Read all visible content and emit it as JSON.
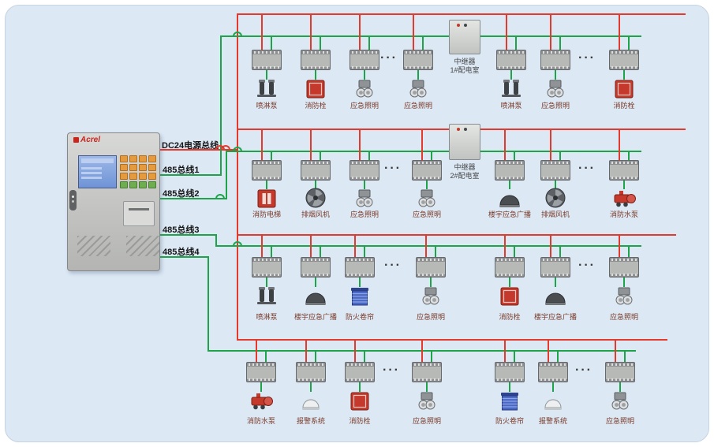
{
  "colors": {
    "power": "#e23b2e",
    "bus": "#1fa34a",
    "board_bg": "#dce8f4",
    "device_label": "#7a3b2a",
    "bus_label": "#161616"
  },
  "panel": {
    "brand": "Acrel"
  },
  "bus_labels": [
    "DC24电源总线",
    "485总线1",
    "485总线2",
    "485总线3",
    "485总线4"
  ],
  "ellipsis": "···",
  "repeaters": [
    {
      "name": "中继器",
      "room": "1#配电室"
    },
    {
      "name": "中继器",
      "room": "2#配电室"
    }
  ],
  "rows": [
    {
      "devices": [
        {
          "label": "喷淋泵",
          "icon": "spray-pump-icon"
        },
        {
          "label": "消防栓",
          "icon": "fire-hydrant-icon"
        },
        {
          "label": "应急照明",
          "icon": "emergency-light-icon"
        },
        {
          "label": "应急照明",
          "icon": "emergency-light-icon"
        },
        {
          "label": "喷淋泵",
          "icon": "spray-pump-icon"
        },
        {
          "label": "应急照明",
          "icon": "emergency-light-icon"
        },
        {
          "label": "消防栓",
          "icon": "fire-hydrant-icon"
        }
      ]
    },
    {
      "devices": [
        {
          "label": "消防电梯",
          "icon": "fire-elevator-icon"
        },
        {
          "label": "排烟风机",
          "icon": "smoke-fan-icon"
        },
        {
          "label": "应急照明",
          "icon": "emergency-light-icon"
        },
        {
          "label": "应急照明",
          "icon": "emergency-light-icon"
        },
        {
          "label": "楼宇应急广播",
          "icon": "broadcast-speaker-icon"
        },
        {
          "label": "排烟风机",
          "icon": "smoke-fan-icon"
        },
        {
          "label": "消防水泵",
          "icon": "fire-pump-icon"
        }
      ]
    },
    {
      "devices": [
        {
          "label": "喷淋泵",
          "icon": "spray-pump-icon"
        },
        {
          "label": "楼宇应急广播",
          "icon": "broadcast-speaker-icon"
        },
        {
          "label": "防火卷帘",
          "icon": "fire-shutter-icon"
        },
        {
          "label": "应急照明",
          "icon": "emergency-light-icon"
        },
        {
          "label": "消防栓",
          "icon": "fire-hydrant-icon"
        },
        {
          "label": "楼宇应急广播",
          "icon": "broadcast-speaker-icon"
        },
        {
          "label": "应急照明",
          "icon": "emergency-light-icon"
        }
      ]
    },
    {
      "devices": [
        {
          "label": "消防水泵",
          "icon": "fire-pump-icon"
        },
        {
          "label": "报警系统",
          "icon": "alarm-system-icon"
        },
        {
          "label": "消防栓",
          "icon": "fire-hydrant-icon"
        },
        {
          "label": "应急照明",
          "icon": "emergency-light-icon"
        },
        {
          "label": "防火卷帘",
          "icon": "fire-shutter-icon"
        },
        {
          "label": "报警系统",
          "icon": "alarm-system-icon"
        },
        {
          "label": "应急照明",
          "icon": "emergency-light-icon"
        }
      ]
    }
  ]
}
